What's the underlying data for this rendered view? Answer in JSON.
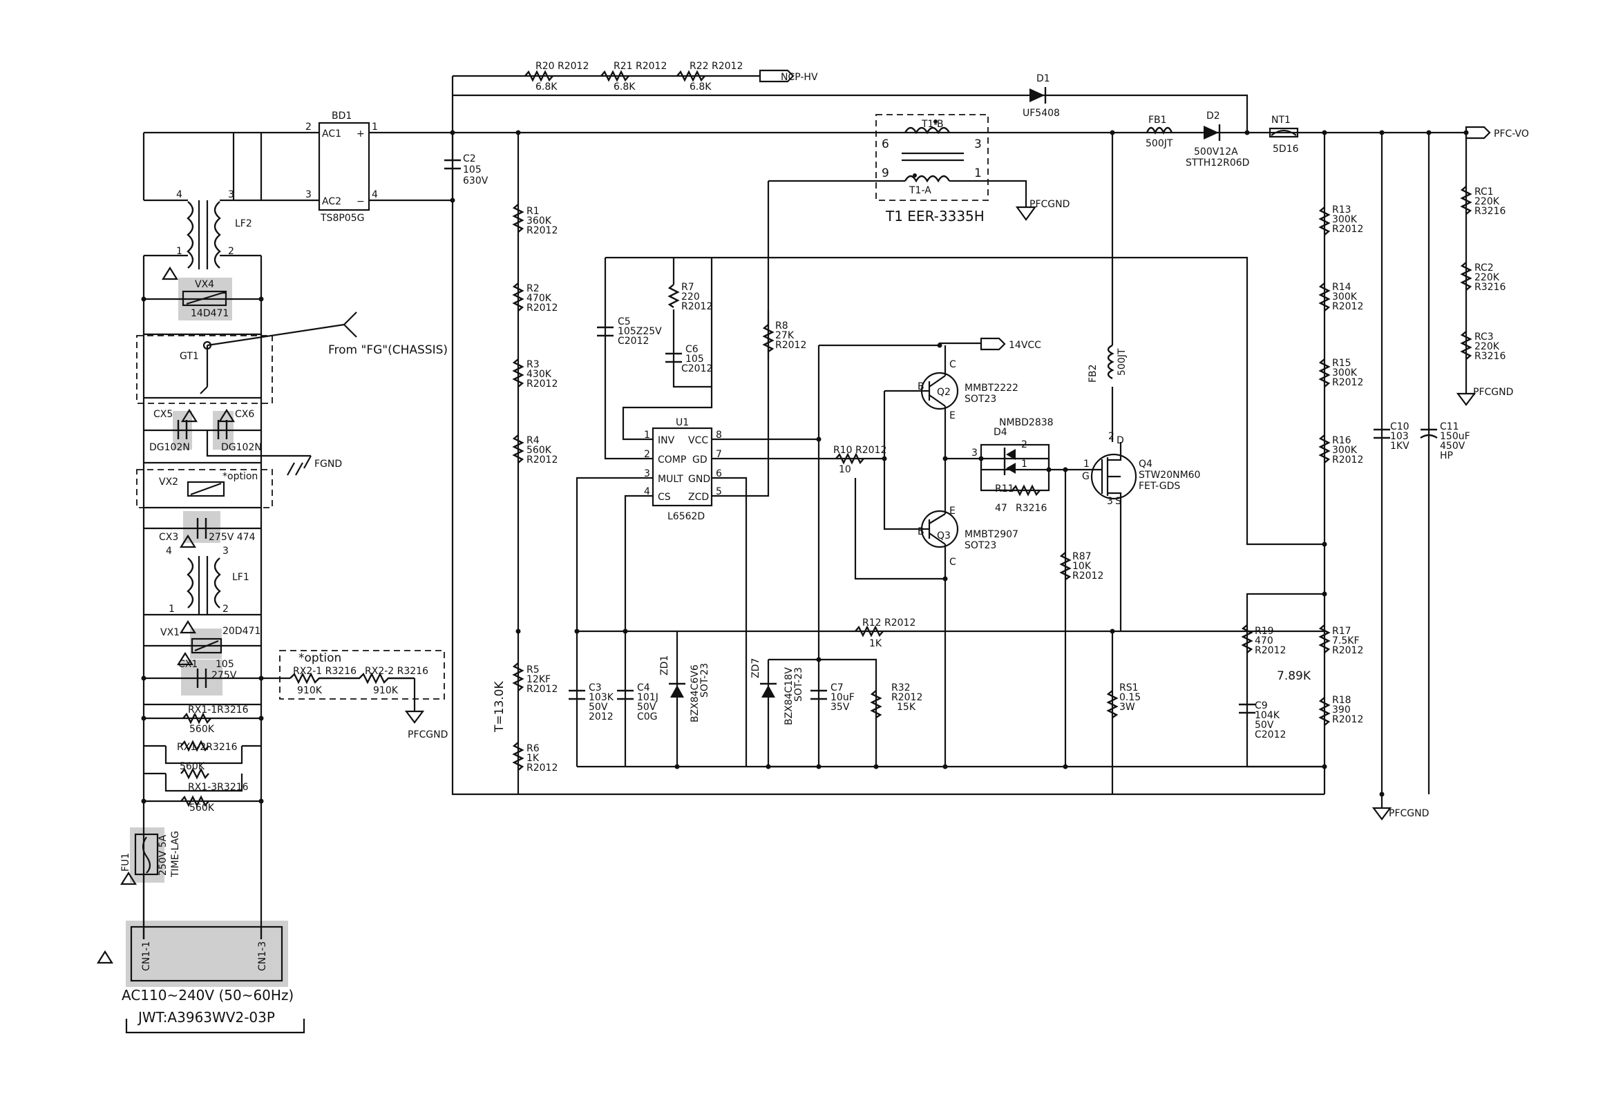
{
  "power_nets": {
    "ncp_hv": "NCP-HV",
    "pfc_vo": "PFC-VO",
    "pfcgnd": "PFCGND",
    "fgnd": "FGND",
    "vcc14": "14VCC"
  },
  "chassis_note": "From \"FG\"(CHASSIS)",
  "bd1": {
    "ref": "BD1",
    "part": "TS8P05G",
    "pins": [
      "AC1",
      "AC2",
      "+",
      "−"
    ],
    "pin_nums": [
      "2",
      "3",
      "1",
      "4"
    ]
  },
  "r20": {
    "ref": "R20 R2012",
    "val": "6.8K"
  },
  "r21": {
    "ref": "R21 R2012",
    "val": "6.8K"
  },
  "r22": {
    "ref": "R22 R2012",
    "val": "6.8K"
  },
  "d1": {
    "ref": "D1",
    "part": "UF5408"
  },
  "fb1": {
    "ref": "FB1",
    "val": "500JT"
  },
  "d2": {
    "ref": "D2",
    "val": "500V12A",
    "part": "STTH12R06D"
  },
  "nt1": {
    "ref": "NT1",
    "val": "5D16"
  },
  "t1": {
    "b": "T1-B",
    "a": "T1-A",
    "pins": [
      "6",
      "3",
      "9",
      "1"
    ],
    "label": "T1  EER-3335H"
  },
  "c2": {
    "ref": "C2",
    "v1": "105",
    "v2": "630V"
  },
  "lf2": {
    "ref": "LF2",
    "pins": [
      "4",
      "3",
      "1",
      "2"
    ]
  },
  "lf1": {
    "ref": "LF1",
    "pins": [
      "4",
      "3",
      "1",
      "2"
    ]
  },
  "vx4": {
    "ref": "VX4",
    "val": "14D471"
  },
  "gt1": {
    "ref": "GT1"
  },
  "cx5": {
    "ref": "CX5",
    "val": "DG102N"
  },
  "cx6": {
    "ref": "CX6",
    "val": "DG102N"
  },
  "vx2": {
    "ref": "VX2",
    "note": "*option"
  },
  "cx3": {
    "ref": "CX3",
    "val": "275V 474"
  },
  "vx1": {
    "ref": "VX1",
    "val": "20D471"
  },
  "cx1": {
    "ref": "CX1",
    "v1": "105",
    "v2": "275V"
  },
  "opt2": {
    "note": "*option",
    "rx21": "RX2-1 R3216",
    "rx21v": "910K",
    "rx22": "RX2-2 R3216",
    "rx22v": "910K"
  },
  "rx1": [
    {
      "ref": "RX1-1R3216",
      "val": "560K"
    },
    {
      "ref": "RX1-2R3216",
      "val": "560K"
    },
    {
      "ref": "RX1-3R3216",
      "val": "560K"
    }
  ],
  "fu1": {
    "ref": "FU1",
    "val": "250V 5A",
    "type": "TIME-LAG"
  },
  "cn1": {
    "p1": "CN1-1",
    "p3": "CN1-3",
    "input": "AC110~240V (50~60Hz)",
    "board": "JWT:A3963WV2-03P"
  },
  "r1": {
    "ref": "R1",
    "val": "360K",
    "pkg": "R2012"
  },
  "r2": {
    "ref": "R2",
    "val": "470K",
    "pkg": "R2012"
  },
  "r3": {
    "ref": "R3",
    "val": "430K",
    "pkg": "R2012"
  },
  "r4": {
    "ref": "R4",
    "val": "560K",
    "pkg": "R2012"
  },
  "r5": {
    "ref": "R5",
    "val": "12KF",
    "pkg": "R2012"
  },
  "r6": {
    "ref": "R6",
    "val": "1K",
    "pkg": "R2012"
  },
  "t_note": "T=13.0K",
  "c5": {
    "ref": "C5",
    "v1": "105Z25V",
    "v2": "C2012"
  },
  "r7": {
    "ref": "R7",
    "val": "220",
    "pkg": "R2012"
  },
  "c6": {
    "ref": "C6",
    "v1": "105",
    "v2": "C2012"
  },
  "r8": {
    "ref": "R8",
    "val": "27K",
    "pkg": "R2012"
  },
  "u1": {
    "ref": "U1",
    "part": "L6562D",
    "pins_l": [
      "INV",
      "COMP",
      "MULT",
      "CS"
    ],
    "pins_r": [
      "VCC",
      "GD",
      "GND",
      "ZCD"
    ],
    "nums_l": [
      "1",
      "2",
      "3",
      "4"
    ],
    "nums_r": [
      "8",
      "7",
      "6",
      "5"
    ]
  },
  "r10": {
    "ref": "R10 R2012",
    "val": "10"
  },
  "q2": {
    "ref": "Q2",
    "part": "MMBT2222",
    "pkg": "SOT23",
    "b": "B",
    "c": "C",
    "e": "E"
  },
  "q3": {
    "ref": "Q3",
    "part": "MMBT2907",
    "pkg": "SOT23",
    "b": "B",
    "c": "C",
    "e": "E"
  },
  "d4": {
    "ref": "D4",
    "part": "NMBD2838",
    "pins": [
      "3",
      "2",
      "1"
    ]
  },
  "r11": {
    "ref": "R11",
    "val": "47",
    "pkg": "R3216"
  },
  "q4": {
    "ref": "Q4",
    "part": "STW20NM60",
    "pkg": "FET-GDS",
    "g": "G",
    "d": "D",
    "s": "S",
    "p1": "1",
    "p2": "2",
    "p3": "3"
  },
  "fb2": {
    "ref": "FB2",
    "val": "500JT"
  },
  "r87": {
    "ref": "R87",
    "val": "10K",
    "pkg": "R2012"
  },
  "r12": {
    "ref": "R12 R2012",
    "val": "1K"
  },
  "c3": {
    "ref": "C3",
    "v1": "103K",
    "v2": "50V",
    "v3": "2012"
  },
  "c4": {
    "ref": "C4",
    "v1": "101J",
    "v2": "50V",
    "v3": "C0G"
  },
  "zd1": {
    "ref": "ZD1",
    "part": "BZX84C6V6",
    "pkg": "SOT-23"
  },
  "zd7": {
    "ref": "ZD7",
    "part": "BZX84C18V",
    "pkg": "SOT-23"
  },
  "c7": {
    "ref": "C7",
    "v1": "10uF",
    "v2": "35V"
  },
  "r32": {
    "ref": "R32",
    "pkg": "R2012",
    "val": "15K"
  },
  "rs1": {
    "ref": "RS1",
    "val": "0.15",
    "pw": "3W"
  },
  "r13": {
    "ref": "R13",
    "val": "300K",
    "pkg": "R2012"
  },
  "r14": {
    "ref": "R14",
    "val": "300K",
    "pkg": "R2012"
  },
  "r15": {
    "ref": "R15",
    "val": "300K",
    "pkg": "R2012"
  },
  "r16": {
    "ref": "R16",
    "val": "300K",
    "pkg": "R2012"
  },
  "r17": {
    "ref": "R17",
    "val": "7.5KF",
    "pkg": "R2012"
  },
  "r18": {
    "ref": "R18",
    "val": "390",
    "pkg": "R2012"
  },
  "r19": {
    "ref": "R19",
    "val": "470",
    "pkg": "R2012"
  },
  "note_789": "7.89K",
  "c9": {
    "ref": "C9",
    "v1": "104K",
    "v2": "50V",
    "v3": "C2012"
  },
  "c10": {
    "ref": "C10",
    "v1": "103",
    "v2": "1KV"
  },
  "c11": {
    "ref": "C11",
    "v1": "150uF",
    "v2": "450V",
    "v3": "HP"
  },
  "rc1": {
    "ref": "RC1",
    "val": "220K",
    "pkg": "R3216"
  },
  "rc2": {
    "ref": "RC2",
    "val": "220K",
    "pkg": "R3216"
  },
  "rc3": {
    "ref": "RC3",
    "val": "220K",
    "pkg": "R3216"
  }
}
